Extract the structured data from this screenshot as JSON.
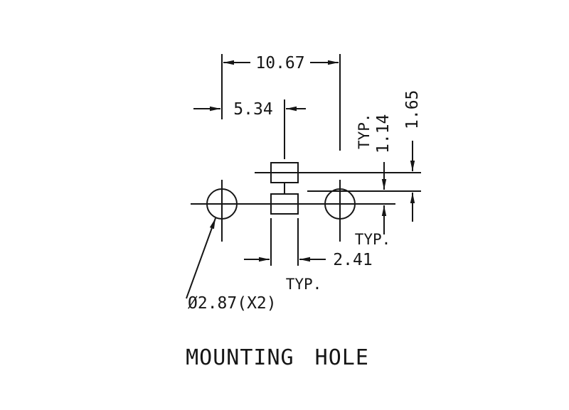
{
  "drawing": {
    "title": "MOUNTING HOLE",
    "callout": "Ø2.87(X2)",
    "typ": "TYP.",
    "dims": {
      "overall_width": "10.67",
      "half_width": "5.34",
      "pad_width": "2.41",
      "offset_small": "1.14",
      "offset_large": "1.65"
    },
    "colors": {
      "ink": "#161616",
      "background": "#ffffff"
    }
  }
}
